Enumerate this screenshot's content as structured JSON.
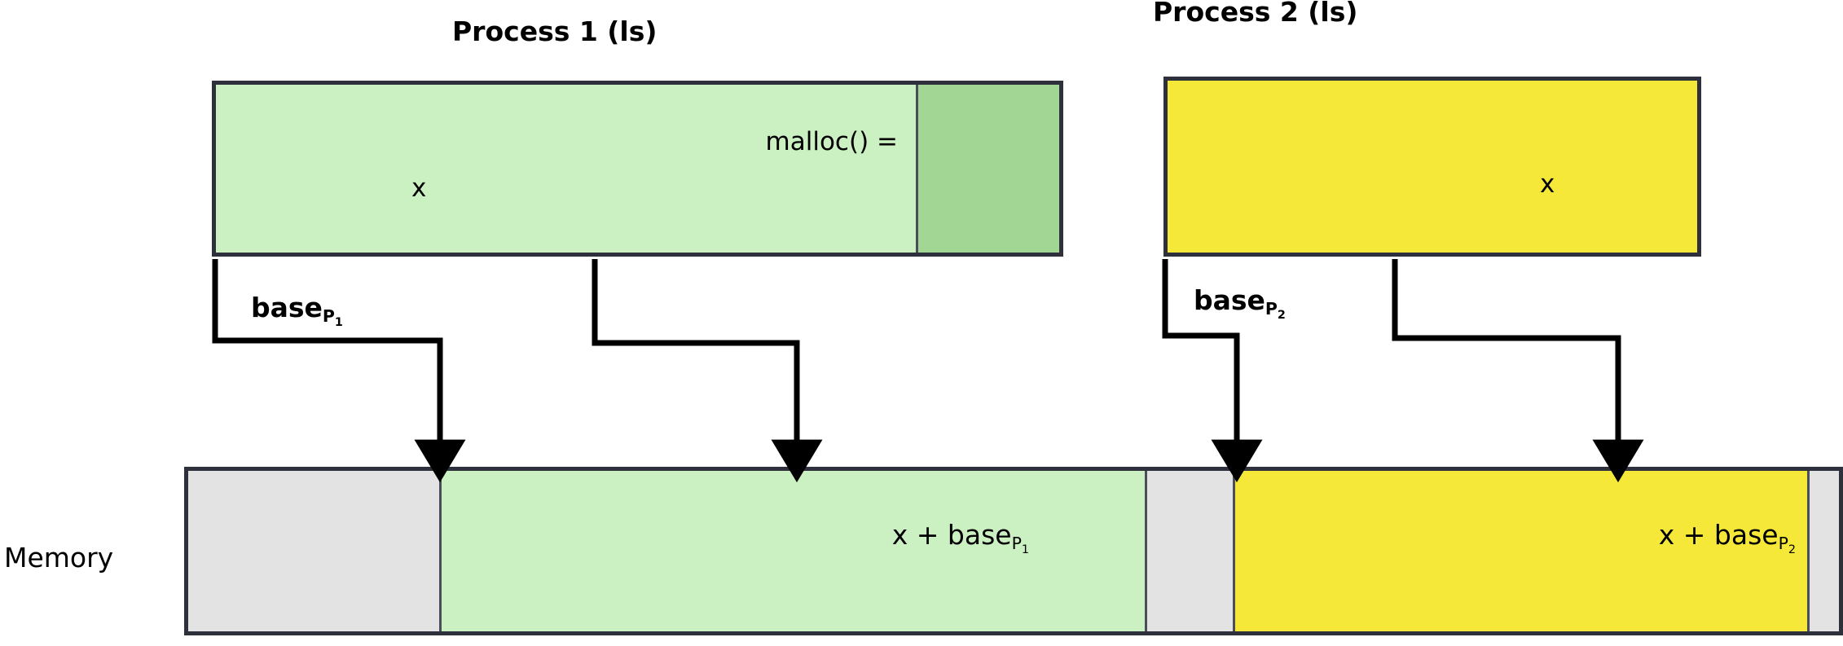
{
  "diagram": {
    "title_process1": "Process 1 (ls)",
    "title_process2": "Process 2 (ls)",
    "memory_label": "Memory",
    "process1": {
      "malloc_text": "malloc() =",
      "x_text": "x",
      "base_label_prefix": "base",
      "base_label_sub": "P",
      "base_label_subsub": "1"
    },
    "process2": {
      "x_text": "x",
      "base_label_prefix": "base",
      "base_label_sub": "P",
      "base_label_subsub": "2"
    },
    "memory": {
      "p1_cell_prefix": "x + base",
      "p1_cell_sub": "P",
      "p1_cell_subsub": "1",
      "p2_cell_prefix": "x + base",
      "p2_cell_sub": "P",
      "p2_cell_subsub": "2"
    },
    "colors": {
      "green_light": "#cbf0c1",
      "green_dark": "#a1d695",
      "yellow": "#f5e838",
      "gray": "#e3e3e3",
      "stroke": "#2e313c",
      "inner_stroke": "#4b4e58",
      "arrow": "#000000",
      "background": "#ffffff"
    }
  }
}
